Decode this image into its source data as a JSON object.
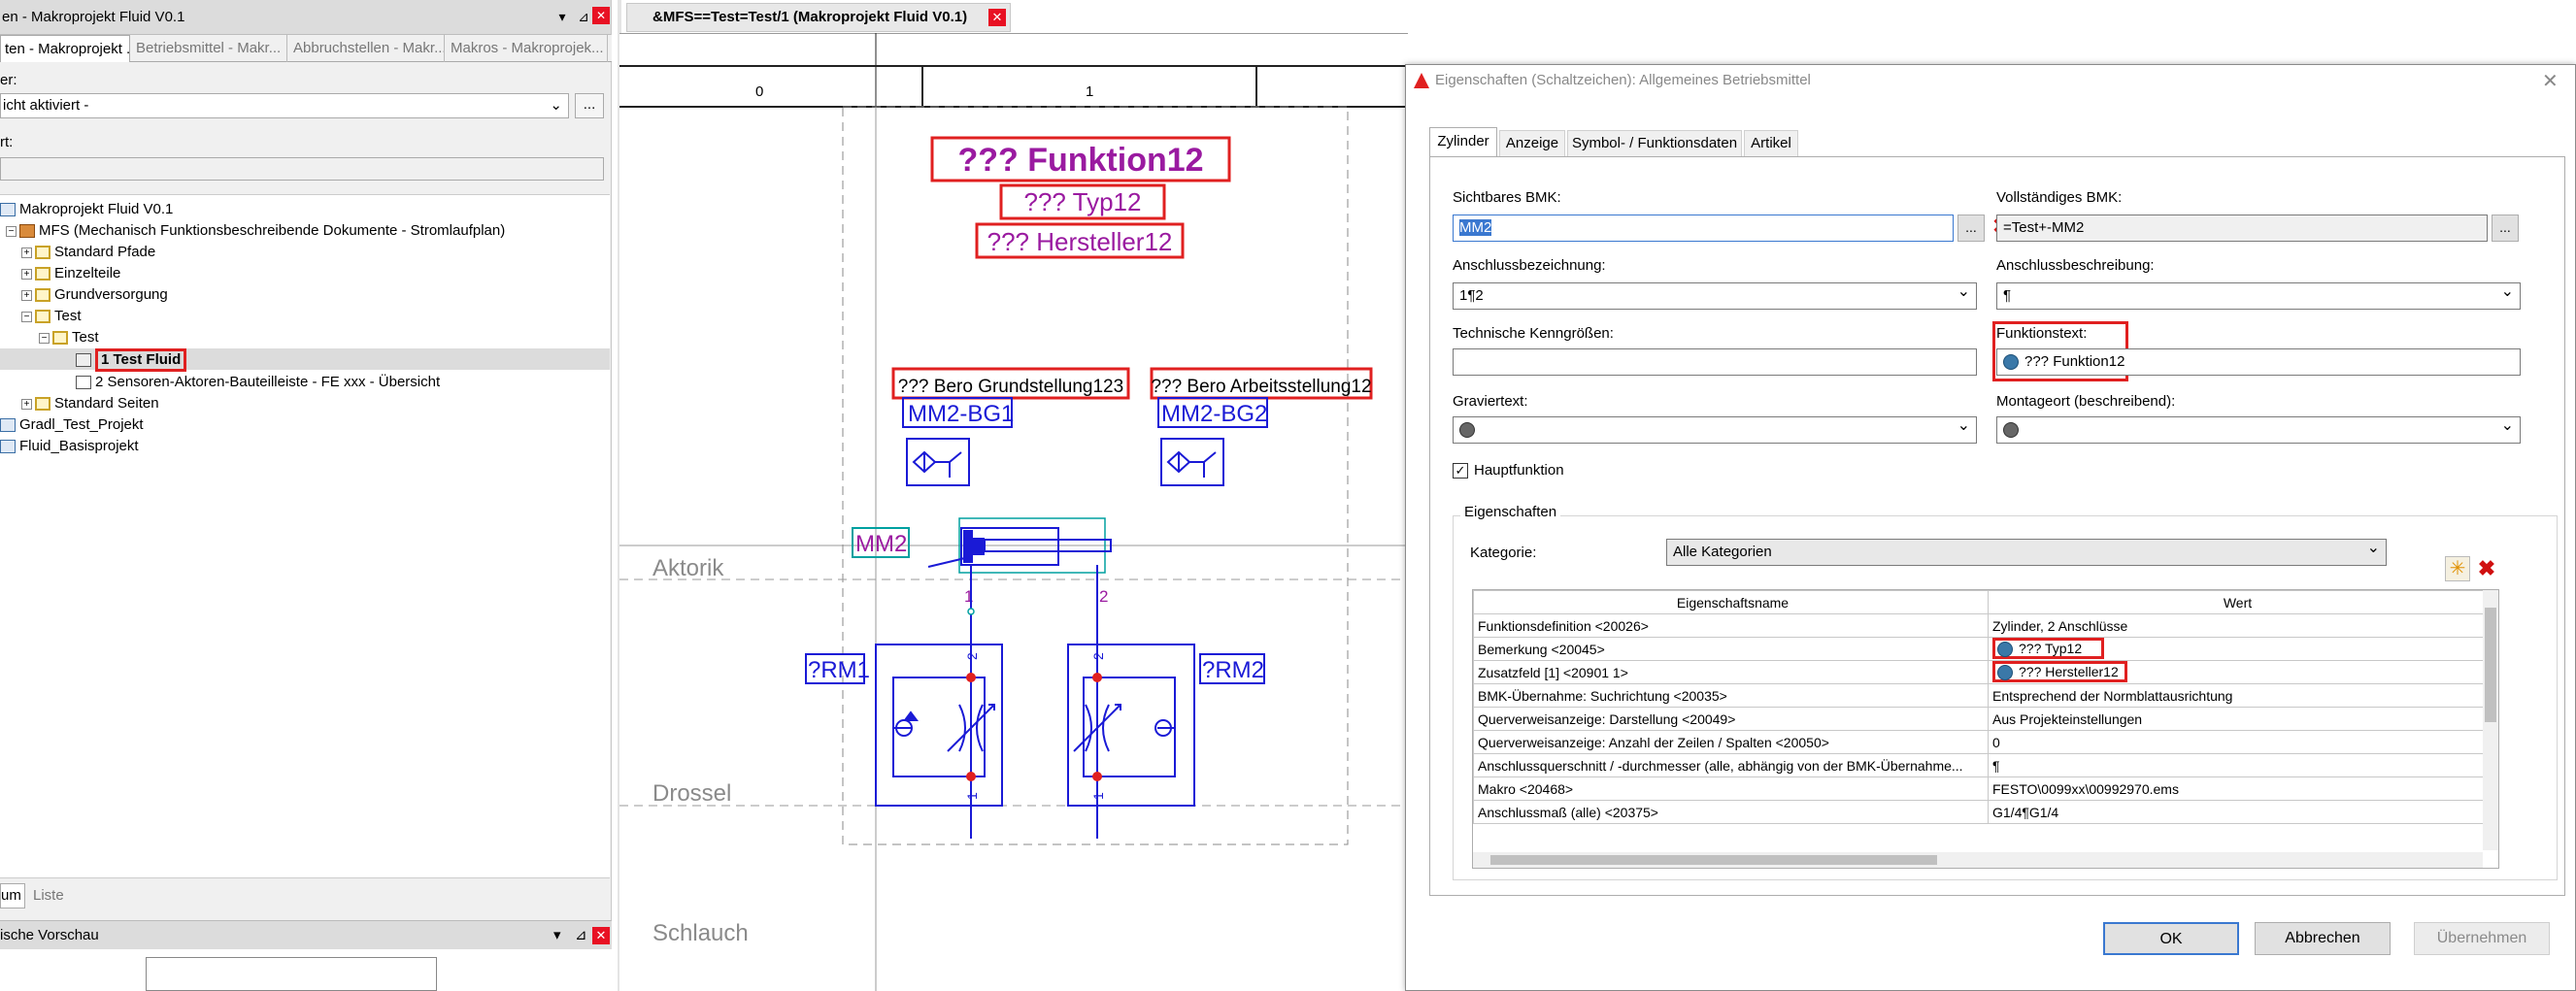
{
  "left_panel": {
    "title": "en - Makroprojekt Fluid V0.1",
    "tabs": [
      "ten - Makroprojekt ...",
      "Betriebsmittel - Makr...",
      "Abbruchstellen - Makr...",
      "Makros - Makroprojek..."
    ],
    "filter_label": "er:",
    "filter_value": "icht aktiviert -",
    "value_label": "rt:",
    "tree": [
      {
        "label": "Makroprojekt Fluid V0.1"
      },
      {
        "label": "MFS (Mechanisch Funktionsbeschreibende Dokumente - Stromlaufplan)"
      },
      {
        "label": "Standard Pfade"
      },
      {
        "label": "Einzelteile"
      },
      {
        "label": "Grundversorgung"
      },
      {
        "label": "Test"
      },
      {
        "label": "Test"
      },
      {
        "label": "1 Test Fluid"
      },
      {
        "label": "2 Sensoren-Aktoren-Bauteilleiste - FE xxx - Übersicht"
      },
      {
        "label": "Standard Seiten"
      },
      {
        "label": "Gradl_Test_Projekt"
      },
      {
        "label": "Fluid_Basisprojekt"
      }
    ],
    "bottom_tabs": [
      "um",
      "Liste"
    ],
    "preview_title": "ische Vorschau"
  },
  "document_tab": "&MFS==Test=Test/1 (Makroprojekt Fluid V0.1)",
  "schematic": {
    "columns": [
      "0",
      "1"
    ],
    "function_text": "??? Funktion12",
    "type_text": "??? Typ12",
    "manufacturer_text": "??? Hersteller12",
    "sensor1_text": "??? Bero Grundstellung123",
    "sensor1_tag": "MM2-BG1",
    "sensor2_text": "??? Bero Arbeitsstellung12",
    "sensor2_tag": "MM2-BG2",
    "cylinder_tag": "MM2",
    "port1": "1",
    "port2": "2",
    "rm1": "?RM1",
    "rm2": "?RM2",
    "row_labels": [
      "Aktorik",
      "Drossel",
      "Schlauch"
    ]
  },
  "dialog": {
    "title": "Eigenschaften (Schaltzeichen): Allgemeines Betriebsmittel",
    "tabs": [
      "Zylinder",
      "Anzeige",
      "Symbol- / Funktionsdaten",
      "Artikel"
    ],
    "visible_bmk_label": "Sichtbares BMK:",
    "visible_bmk_value": "MM2",
    "full_bmk_label": "Vollständiges BMK:",
    "full_bmk_value": "=Test+-MM2",
    "connection_label": "Anschlussbezeichnung:",
    "connection_value": "1¶2",
    "connection_desc_label": "Anschlussbeschreibung:",
    "connection_desc_value": "¶",
    "tech_label": "Technische Kenngrößen:",
    "tech_value": "",
    "function_text_label": "Funktionstext:",
    "function_text_value": "??? Funktion12",
    "engraving_label": "Graviertext:",
    "mount_label": "Montageort (beschreibend):",
    "main_function_label": "Hauptfunktion",
    "props_group": "Eigenschaften",
    "category_label": "Kategorie:",
    "category_value": "Alle Kategorien",
    "table_headers": [
      "Eigenschaftsname",
      "Wert"
    ],
    "table_rows": [
      {
        "name": "Funktionsdefinition <20026>",
        "value": "Zylinder, 2 Anschlüsse"
      },
      {
        "name": "Bemerkung <20045>",
        "value": "??? Typ12"
      },
      {
        "name": "Zusatzfeld [1] <20901 1>",
        "value": "??? Hersteller12"
      },
      {
        "name": "BMK-Übernahme: Suchrichtung <20035>",
        "value": "Entsprechend der Normblattausrichtung"
      },
      {
        "name": "Querverweisanzeige: Darstellung <20049>",
        "value": "Aus Projekteinstellungen"
      },
      {
        "name": "Querverweisanzeige: Anzahl der Zeilen / Spalten <20050>",
        "value": "0"
      },
      {
        "name": "Anschlussquerschnitt / -durchmesser (alle, abhängig von der BMK-Übernahme...",
        "value": "¶"
      },
      {
        "name": "Makro <20468>",
        "value": "FESTO\\0099xx\\00992970.ems"
      },
      {
        "name": "Anschlussmaß (alle) <20375>",
        "value": "G1/4¶G1/4"
      }
    ],
    "ok": "OK",
    "cancel": "Abbrechen",
    "apply": "Übernehmen"
  }
}
